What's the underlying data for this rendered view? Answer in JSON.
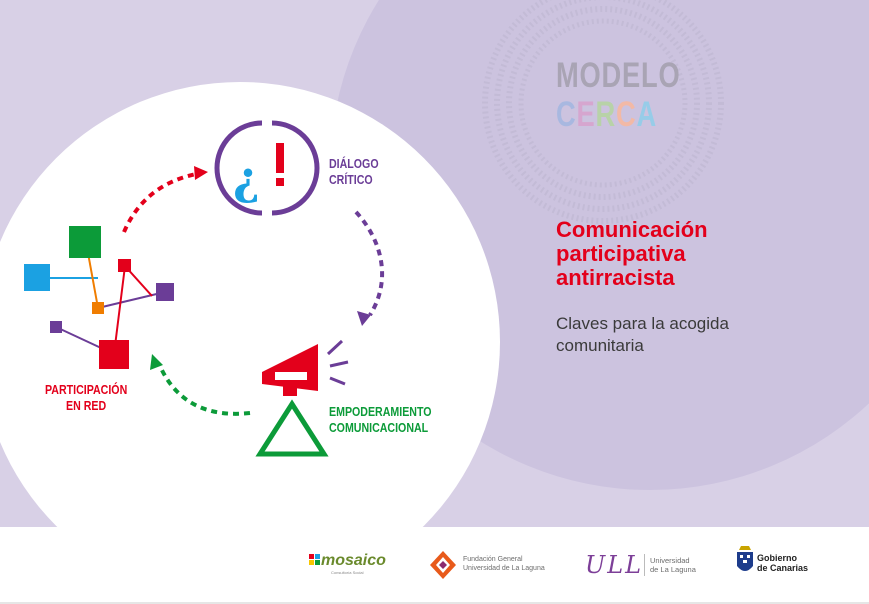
{
  "brand": {
    "modelo": "MODELO",
    "cerca": [
      "C",
      "E",
      "R",
      "C",
      "A"
    ],
    "cerca_colors": [
      "#a8b8e0",
      "#d6a6cf",
      "#b8d2a8",
      "#f2b9a6",
      "#97cce8"
    ]
  },
  "cover": {
    "title_lines": [
      "Comunicación",
      "participativa",
      "antirracista"
    ],
    "subtitle_lines": [
      "Claves para la acogida",
      "comunitaria"
    ]
  },
  "diagram": {
    "dialogo": [
      "DIÁLOGO",
      "CRÍTICO"
    ],
    "participacion": [
      "PARTICIPACIÓN",
      "EN RED"
    ],
    "empoderamiento": [
      "EMPODERAMIENTO",
      "COMUNICACIONAL"
    ],
    "colors": {
      "purple": "#6b3d97",
      "red": "#e3001b",
      "green": "#0c9b39",
      "blue": "#1ba1e2",
      "orange": "#f07d00",
      "grass": "#0c9b39"
    }
  },
  "footer": {
    "mosaico": "mosaico",
    "mosaico_sub": "Consultoría Social",
    "fundacion_line1": "Fundación General",
    "fundacion_line2": "Universidad de La Laguna",
    "ull_mark": "ULL",
    "ull_line1": "Universidad",
    "ull_line2": "de La Laguna",
    "gob_line1": "Gobierno",
    "gob_line2": "de Canarias"
  }
}
